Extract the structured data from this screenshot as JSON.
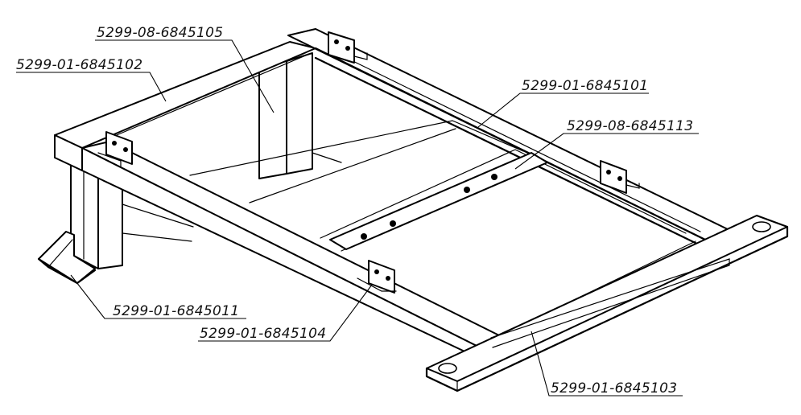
{
  "diagram": {
    "labels": [
      {
        "id": "frame-rear-beam",
        "text": "5299-08-6845105"
      },
      {
        "id": "frame-left-beam",
        "text": "5299-01-6845102"
      },
      {
        "id": "frame-top-right-beam",
        "text": "5299-01-6845101"
      },
      {
        "id": "cross-strip",
        "text": "5299-08-6845113"
      },
      {
        "id": "foot-support",
        "text": "5299-01-6845011"
      },
      {
        "id": "mount-bracket",
        "text": "5299-01-6845104"
      },
      {
        "id": "front-rail",
        "text": "5299-01-6845103"
      }
    ]
  }
}
